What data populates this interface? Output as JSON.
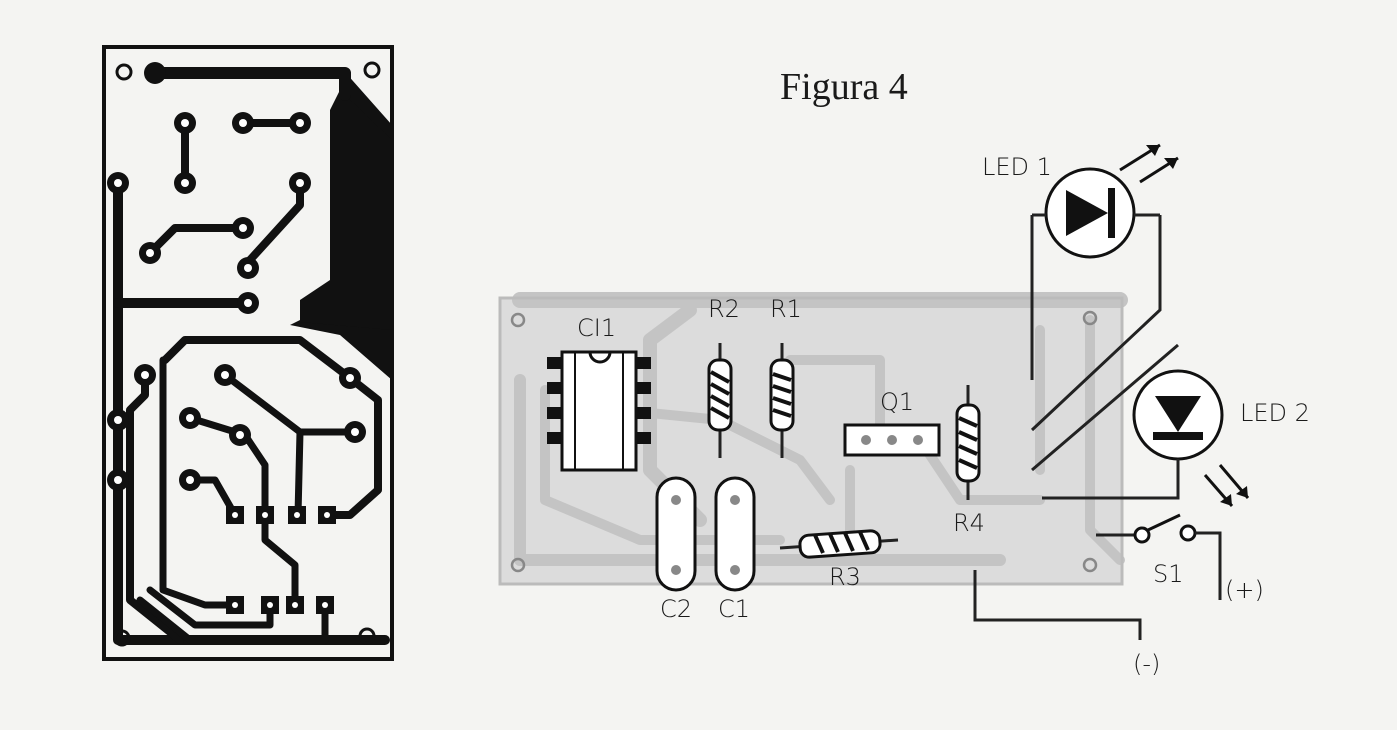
{
  "figure": {
    "title": "Figura 4"
  },
  "labels": {
    "ci1": "CI1",
    "r2": "R2",
    "r1": "R1",
    "q1": "Q1",
    "r4": "R4",
    "r3": "R3",
    "c2": "C2",
    "c1": "C1",
    "led1": "LED 1",
    "led2": "LED 2",
    "s1": "S1",
    "plus": "(+)",
    "minus": "(-)"
  },
  "colors": {
    "ink": "#111111",
    "board_overlay": "#c4c4c4",
    "paper": "#f4f4f2"
  }
}
